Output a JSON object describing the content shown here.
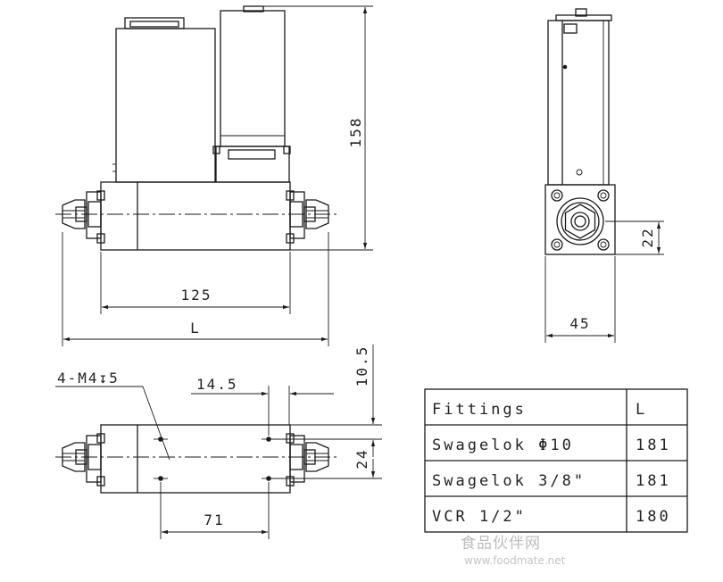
{
  "dimensions": {
    "height_158": "158",
    "length_125": "125",
    "length_L": "L",
    "width_45": "45",
    "offset_22": "22",
    "holes": "4-M4",
    "hole_depth": "5",
    "spacing_14_5": "14.5",
    "offset_10_5": "10.5",
    "width_24": "24",
    "spacing_71": "71"
  },
  "table": {
    "header": {
      "fittings": "Fittings",
      "l": "L"
    },
    "rows": [
      {
        "fitting": "Swagelok Φ10",
        "l": "181"
      },
      {
        "fitting": "Swagelok 3/8\"",
        "l": "181"
      },
      {
        "fitting": "VCR 1/2\"",
        "l": "180"
      }
    ]
  },
  "watermark": {
    "cn": "食品伙伴网",
    "url": "www.foodmate.net"
  }
}
